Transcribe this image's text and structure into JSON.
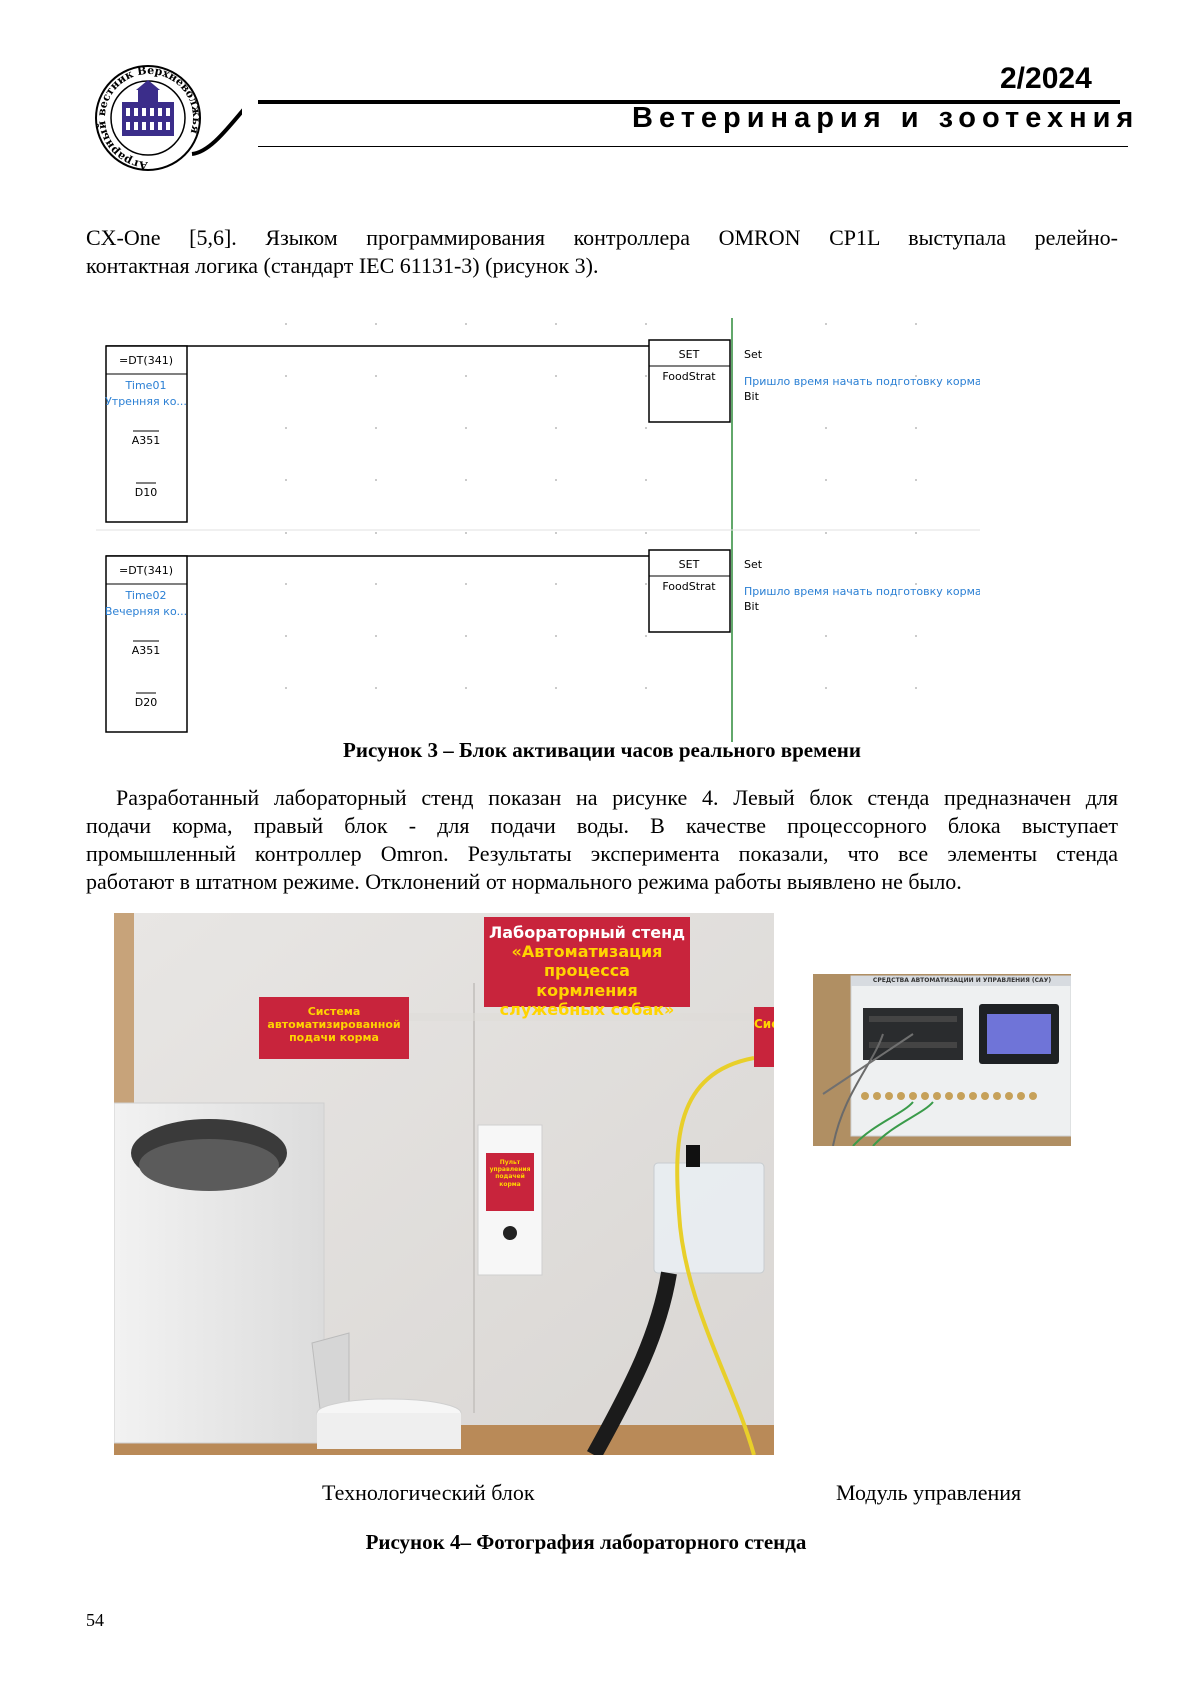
{
  "header": {
    "logo_ring_text": "Аграрный вестник Верхневолжья",
    "issue": "2/2024",
    "journal": "Ветеринария и зоотехния"
  },
  "intro_paragraph": {
    "line1": "CX-One [5,6]. Языком программирования контроллера OMRON CP1L выступала релейно-",
    "line2": "контактная логика (стандарт IEC 61131-3) (рисунок 3)."
  },
  "ladder": {
    "rungs": [
      {
        "compare": "=DT(341)",
        "time_var": "Time01",
        "time_comment": "Утренняя ко...",
        "operand1": "A351",
        "operand2": "D10",
        "set_label": "SET",
        "set_operand": "FoodStrat",
        "output_title": "Set",
        "output_comment": "Пришло время начать подготовку корма",
        "output_type": "Bit"
      },
      {
        "compare": "=DT(341)",
        "time_var": "Time02",
        "time_comment": "Вечерняя ко...",
        "operand1": "A351",
        "operand2": "D20",
        "set_label": "SET",
        "set_operand": "FoodStrat",
        "output_title": "Set",
        "output_comment": "Пришло время начать подготовку корма",
        "output_type": "Bit"
      }
    ]
  },
  "figure3_caption": "Рисунок 3 – Блок активации часов реального времени",
  "main_paragraph": {
    "line1": "Разработанный лабораторный стенд показан на рисунке 4. Левый блок стенда предназначен для",
    "line2": "подачи корма, правый блок - для подачи воды. В качестве процессорного блока выступает",
    "line3": "промышленный контроллер Omron. Результаты эксперимента показали, что все элементы стенда",
    "line4": "работают в штатном режиме. Отклонений от нормального режима работы выявлено не было."
  },
  "photo1": {
    "sign_main_line1": "Лабораторный стенд",
    "sign_main_line2": "«Автоматизация процесса",
    "sign_main_line3": "кормления служебных собак»",
    "sign_left_line1": "Система автоматизированной",
    "sign_left_line2": "подачи корма",
    "sign_right": "Сис",
    "panel_line1": "Пульт",
    "panel_line2": "управления",
    "panel_line3": "подачей корма"
  },
  "photo2": {
    "banner": "СРЕДСТВА АВТОМАТИЗАЦИИ И УПРАВЛЕНИЯ (САУ)"
  },
  "photo_labels": {
    "left": "Технологический блок",
    "right": "Модуль управления"
  },
  "figure4_caption": "Рисунок 4– Фотография  лабораторного стенда",
  "page_number": "54",
  "colors": {
    "sign_red": "#c8243c",
    "sign_yellow": "#ffd400",
    "ladder_comment_blue": "#2a7fd4",
    "ladder_power_rail_green": "#2e8b3a"
  }
}
